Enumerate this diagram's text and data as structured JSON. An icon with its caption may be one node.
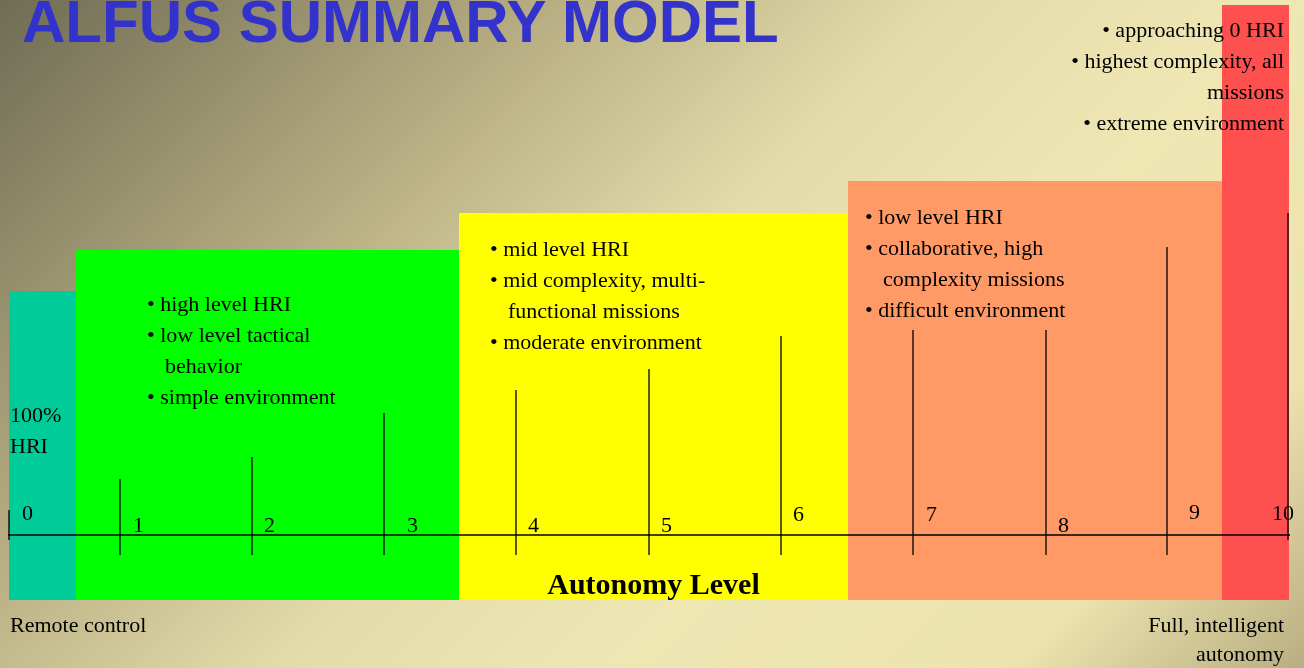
{
  "diagram": {
    "title": "ALFUS SUMMARY MODEL",
    "nodes": [
      {
        "text": [
          "100% HRI"
        ]
      },
      {
        "text": [
          "• high level HRI",
          "• low level tactical behavior",
          "• simple environment"
        ]
      },
      {
        "text": [
          "• mid level HRI",
          "• mid complexity, multi-functional missions",
          "• moderate environment"
        ]
      },
      {
        "text": [
          "• low level HRI",
          "• collaborative, high complexity missions",
          "• difficult environment"
        ]
      },
      {
        "text": [],
        "shape": "bar",
        "beside": [
          "• approaching 0 HRI",
          "• highest complexity, all missions",
          "• extreme environment"
        ]
      }
    ],
    "labels": [
      "0",
      "1",
      "2",
      "3",
      "4",
      "5",
      "6",
      "7",
      "8",
      "9",
      "10",
      "Autonomy Level",
      "Remote control",
      "Full, intelligent autonomy"
    ]
  }
}
